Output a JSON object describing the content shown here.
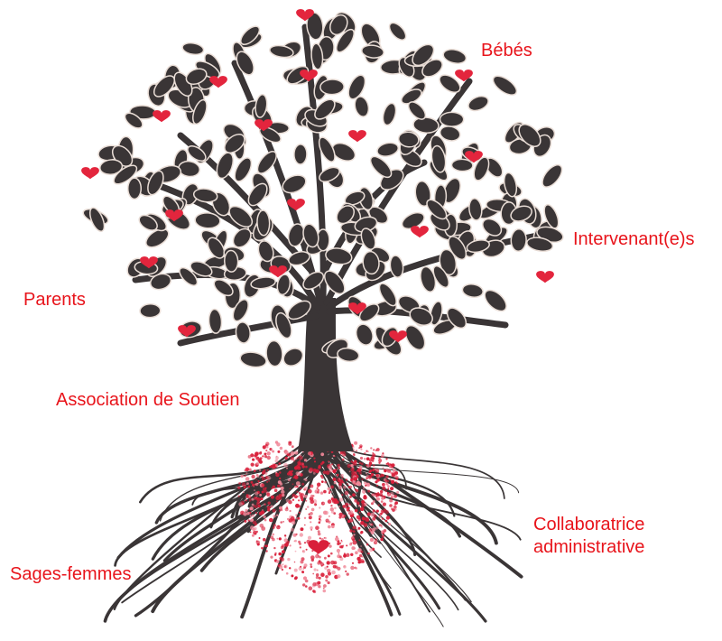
{
  "colors": {
    "label": "#e8141b",
    "tree": "#3a3536",
    "leaf": "#3a3536",
    "leaf_outline": "#e9ddd6",
    "heart": "#e3253d",
    "root_heart": "#d91f3a",
    "background": "#ffffff"
  },
  "labels": {
    "bebes": "Bébés",
    "intervenants": "Intervenant(e)s",
    "parents": "Parents",
    "association": "Association de Soutien",
    "collaboratrice_line1": "Collaboratrice",
    "collaboratrice_line2": "administrative",
    "sages_femmes": "Sages-femmes"
  }
}
